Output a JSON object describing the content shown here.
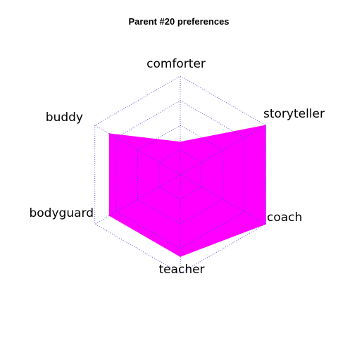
{
  "chart_data": {
    "type": "radar",
    "title": "Parent #20 preferences",
    "axes": [
      "comforter",
      "storyteller",
      "coach",
      "teacher",
      "bodyguard",
      "buddy"
    ],
    "series": [
      {
        "values": [
          0.33,
          1.0,
          1.0,
          0.83,
          0.83,
          0.83
        ]
      }
    ],
    "range": [
      0,
      1
    ],
    "grid_levels": 4,
    "colors": {
      "fill": "#ff00ff",
      "grid": "#4444cc"
    }
  }
}
